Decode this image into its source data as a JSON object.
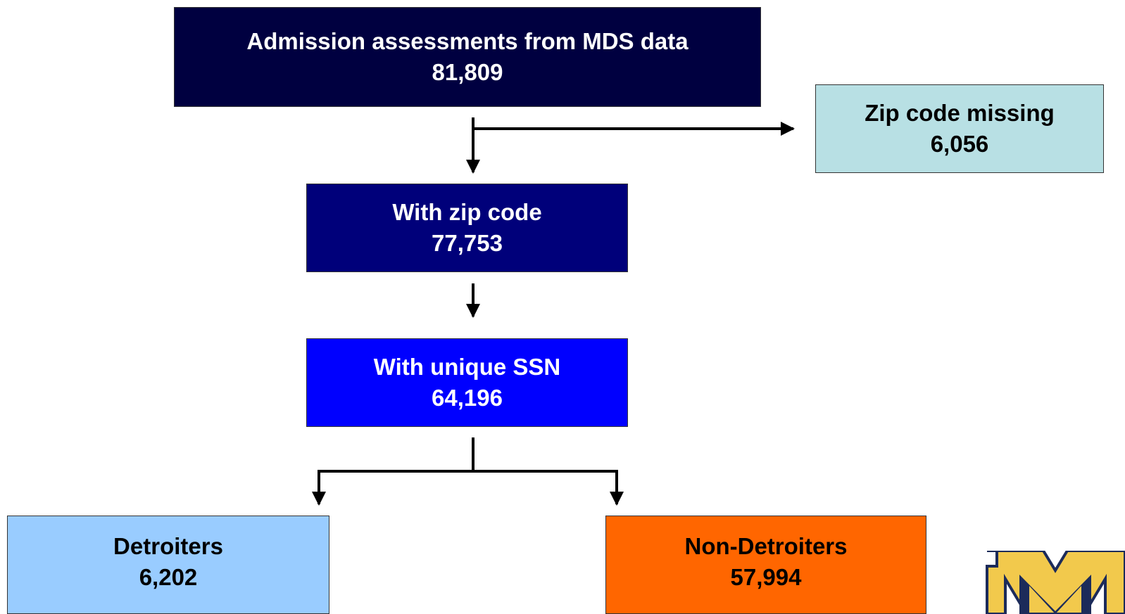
{
  "colors": {
    "admission": "#000040",
    "zip_missing": "#b8e0e4",
    "with_zip": "#00007a",
    "unique_ssn": "#0000ff",
    "detroiters": "#99ccff",
    "non_detroiters": "#ff6600",
    "arrow": "#000000",
    "logo_maize": "#f2c94c",
    "logo_blue": "#1c2b5a"
  },
  "nodes": {
    "admission": {
      "label": "Admission assessments from MDS data",
      "count": "81,809"
    },
    "zip_missing": {
      "label": "Zip code missing",
      "count": "6,056"
    },
    "with_zip": {
      "label": "With zip code",
      "count": "77,753"
    },
    "unique_ssn": {
      "label": "With unique SSN",
      "count": "64,196"
    },
    "detroiters": {
      "label": "Detroiters",
      "count": "6,202"
    },
    "non_detroiters": {
      "label": "Non-Detroiters",
      "count": "57,994"
    }
  },
  "logo": {
    "icon": "block-m-logo"
  }
}
